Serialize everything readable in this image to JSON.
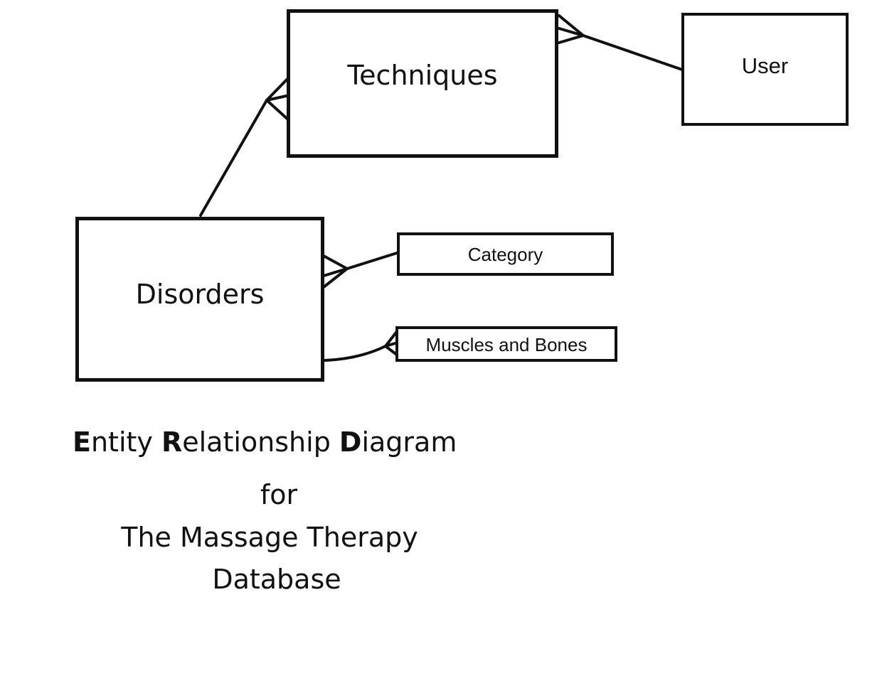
{
  "entities": {
    "techniques": "Techniques",
    "user": "User",
    "disorders": "Disorders",
    "category": "Category",
    "muscles_and_bones": "Muscles and Bones"
  },
  "caption": {
    "title_initial_1": "E",
    "title_rest_1": "ntity ",
    "title_initial_2": "R",
    "title_rest_2": "elationship ",
    "title_initial_3": "D",
    "title_rest_3": "iagram",
    "line_for": "for",
    "line_subject_1": "The Massage Therapy",
    "line_subject_2": "Database"
  },
  "relationships": [
    {
      "from": "Techniques",
      "to": "User",
      "from_cardinality": "many",
      "to_cardinality": "one"
    },
    {
      "from": "Disorders",
      "to": "Techniques",
      "from_cardinality": "one",
      "to_cardinality": "many"
    },
    {
      "from": "Disorders",
      "to": "Category",
      "from_cardinality": "many",
      "to_cardinality": "one"
    },
    {
      "from": "Disorders",
      "to": "Muscles and Bones",
      "from_cardinality": "one",
      "to_cardinality": "many"
    }
  ],
  "colors": {
    "ink": "#111111",
    "background": "#ffffff"
  }
}
